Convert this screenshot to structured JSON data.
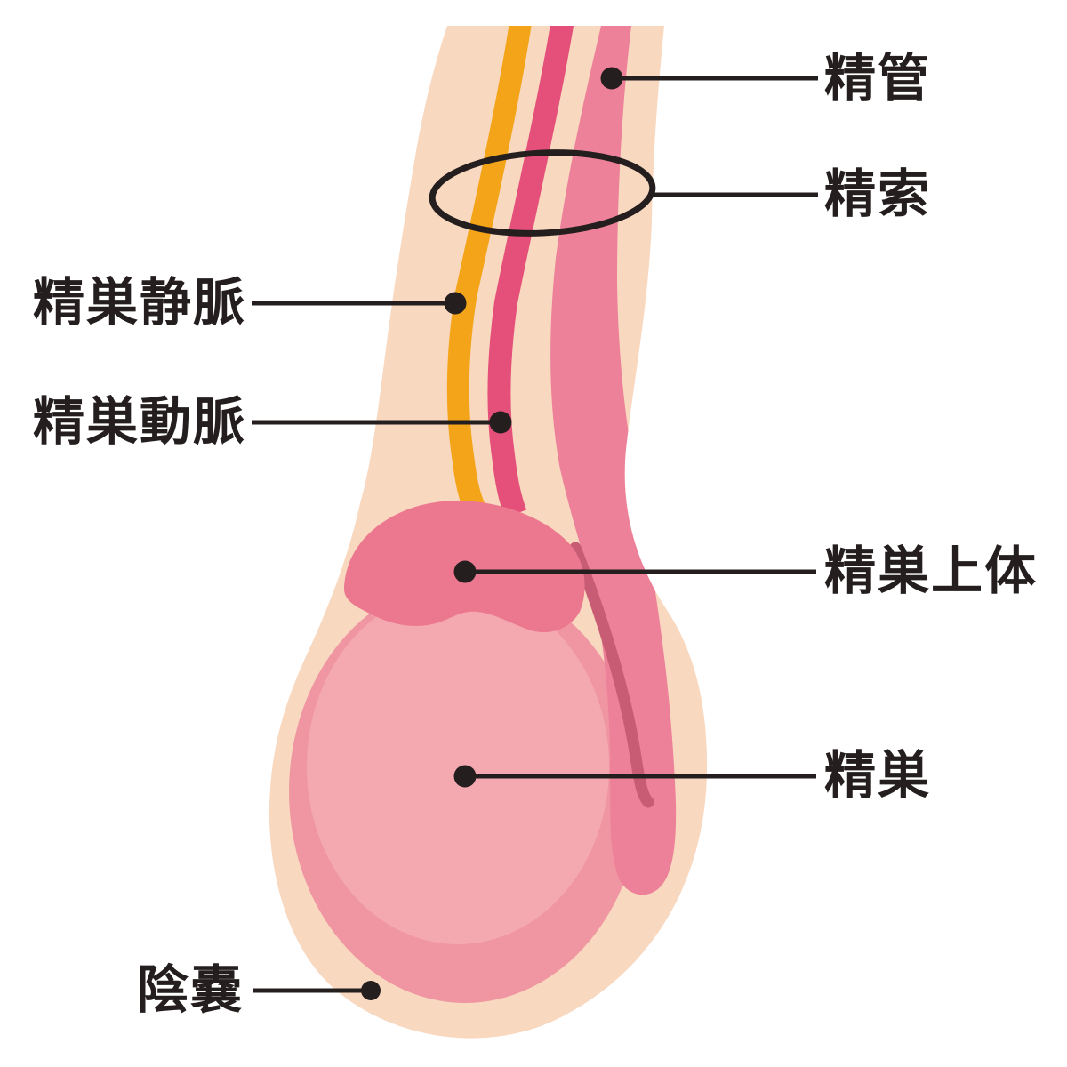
{
  "diagram": {
    "labels": {
      "vas_deferens": "精管",
      "spermatic_cord": "精索",
      "testicular_vein": "精巣静脈",
      "testicular_artery": "精巣動脈",
      "epididymis": "精巣上体",
      "testis": "精巣",
      "scrotum": "陰嚢"
    },
    "colors": {
      "background": "#FFFFFF",
      "skin": "#F9D8C0",
      "vein_orange": "#F4A418",
      "artery_red": "#E4507A",
      "vas_deferens_pink": "#ED8199",
      "epididymis_pink": "#EC7890",
      "duct_line_pink": "#C85C75",
      "testis_outer_pink": "#EF96A2",
      "testis_inner_pink": "#F4A9B1",
      "annotation_black": "#241E1E"
    }
  }
}
